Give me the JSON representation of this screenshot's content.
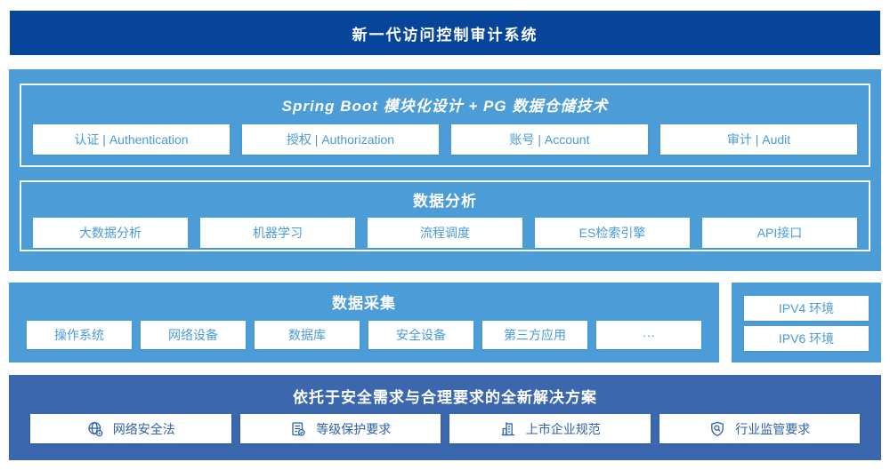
{
  "colors": {
    "banner_bg": "#07459a",
    "section_bg": "#4c9cd7",
    "solution_bg": "#3a67ae",
    "box_text_blue": "#4a9ad8",
    "solution_text_blue": "#2e62a8",
    "frame_border": "#f2f8fc"
  },
  "banner": {
    "title": "新一代访问控制审计系统"
  },
  "platform": {
    "modules_title": "Spring Boot 模块化设计 + PG 数据仓储技术",
    "modules": [
      "认证 | Authentication",
      "授权 | Authorization",
      "账号 | Account",
      "审计 | Audit"
    ],
    "analysis_title": "数据分析",
    "analysis_items": [
      "大数据分析",
      "机器学习",
      "流程调度",
      "ES检索引擎",
      "API接口"
    ]
  },
  "collection": {
    "title": "数据采集",
    "items": [
      "操作系统",
      "网络设备",
      "数据库",
      "安全设备",
      "第三方应用",
      "···"
    ],
    "environments": [
      "IPV4 环境",
      "IPV6 环境"
    ]
  },
  "solution": {
    "title": "依托于安全需求与合理要求的全新解决方案",
    "items": [
      {
        "icon": "globe-icon",
        "label": "网络安全法"
      },
      {
        "icon": "checklist-icon",
        "label": "等级保护要求"
      },
      {
        "icon": "building-icon",
        "label": "上市企业规范"
      },
      {
        "icon": "shield-magnifier-icon",
        "label": "行业监管要求"
      }
    ]
  }
}
